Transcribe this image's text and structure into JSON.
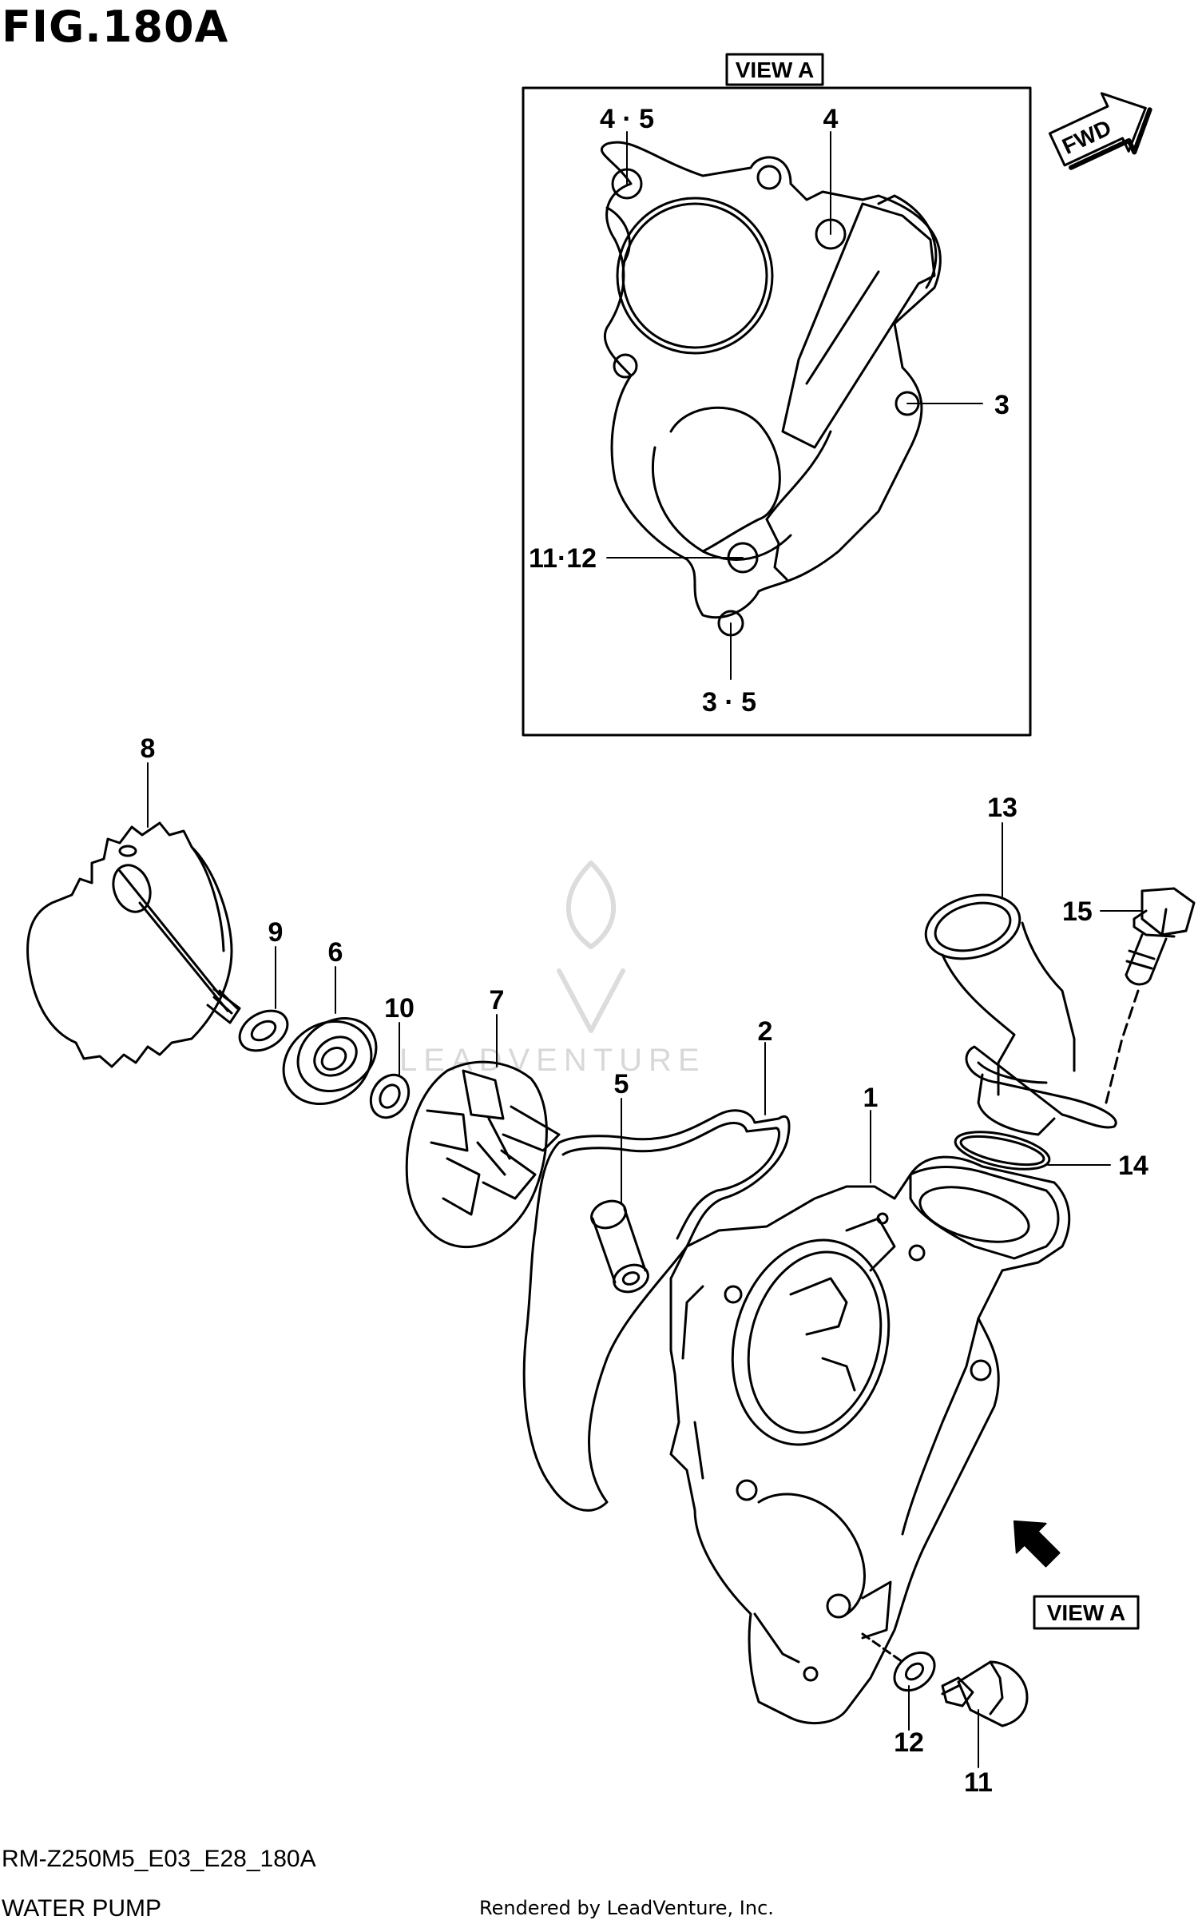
{
  "figure": {
    "title": "FIG.180A",
    "code": "RM-Z250M5_E03_E28_180A",
    "caption": "WATER PUMP",
    "credit": "Rendered by LeadVenture, Inc.",
    "watermark": "LEADVENTURE"
  },
  "view_a": {
    "title": "VIEW A",
    "callouts": [
      "4 · 5",
      "4",
      "3",
      "11·12",
      "3 · 5"
    ]
  },
  "fwd_label": "FWD",
  "view_a_ref": "VIEW A",
  "parts": [
    "1",
    "2",
    "3",
    "4",
    "5",
    "6",
    "7",
    "8",
    "9",
    "10",
    "11",
    "12",
    "13",
    "14",
    "15"
  ],
  "colors": {
    "line": "#000000",
    "background": "#ffffff",
    "watermark": "#d8d8d8"
  }
}
